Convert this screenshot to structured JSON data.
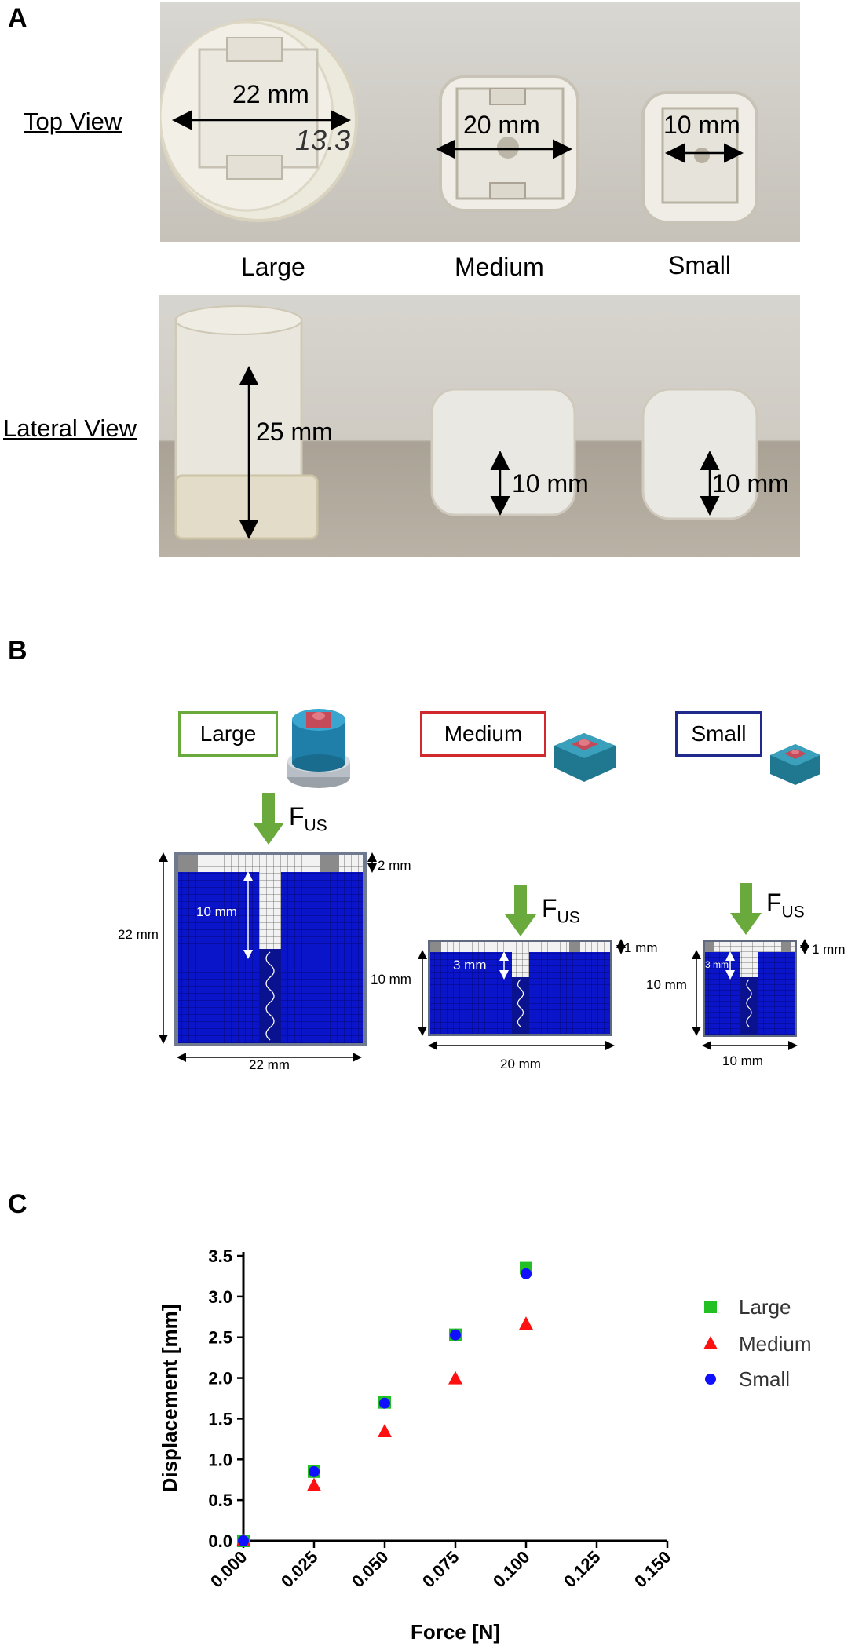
{
  "panel_a": {
    "letter": "A",
    "top_view_label": "Top View",
    "lateral_view_label": "Lateral View",
    "size_labels": [
      "Large",
      "Medium",
      "Small"
    ],
    "top_measurements": [
      "22 mm",
      "20 mm",
      "10 mm"
    ],
    "lateral_measurements": [
      "25 mm",
      "10 mm",
      "10 mm"
    ],
    "photo_handwriting": "13.3"
  },
  "panel_b": {
    "letter": "B",
    "models": [
      {
        "label": "Large",
        "border_color": "#6aaa3c"
      },
      {
        "label": "Medium",
        "border_color": "#d0282c"
      },
      {
        "label": "Small",
        "border_color": "#1f2a8c"
      }
    ],
    "force_label": "F",
    "force_sub": "US",
    "large_dims": {
      "height": "22 mm",
      "width": "22 mm",
      "top": "2 mm",
      "inner": "10 mm"
    },
    "medium_dims": {
      "height": "10 mm",
      "width": "20 mm",
      "top": "1 mm",
      "inner": "3 mm"
    },
    "small_dims": {
      "height": "10 mm",
      "width": "10 mm",
      "top": "1 mm",
      "inner": "3 mm"
    },
    "colors": {
      "mesh": "#0a14c8",
      "arrow": "#6aaa3c"
    }
  },
  "panel_c": {
    "letter": "C",
    "chart_data": {
      "type": "scatter",
      "xlabel": "Force [N]",
      "ylabel": "Displacement [mm]",
      "xlim": [
        0,
        0.15
      ],
      "ylim": [
        0,
        3.5
      ],
      "xticks": [
        "0.000",
        "0.025",
        "0.050",
        "0.075",
        "0.100",
        "0.125",
        "0.150"
      ],
      "yticks": [
        "0.0",
        "0.5",
        "1.0",
        "1.5",
        "2.0",
        "2.5",
        "3.0",
        "3.5"
      ],
      "legend_position": "right",
      "series": [
        {
          "name": "Large",
          "marker": "square",
          "color": "#22c022",
          "x": [
            0.0,
            0.025,
            0.05,
            0.075,
            0.1
          ],
          "y": [
            0.0,
            0.85,
            1.7,
            2.53,
            3.35
          ]
        },
        {
          "name": "Medium",
          "marker": "triangle",
          "color": "#ff1010",
          "x": [
            0.0,
            0.025,
            0.05,
            0.075,
            0.1
          ],
          "y": [
            0.0,
            0.68,
            1.34,
            1.99,
            2.66
          ]
        },
        {
          "name": "Small",
          "marker": "circle",
          "color": "#1010ff",
          "x": [
            0.0,
            0.025,
            0.05,
            0.075,
            0.1
          ],
          "y": [
            0.0,
            0.85,
            1.69,
            2.53,
            3.28
          ]
        }
      ]
    }
  }
}
